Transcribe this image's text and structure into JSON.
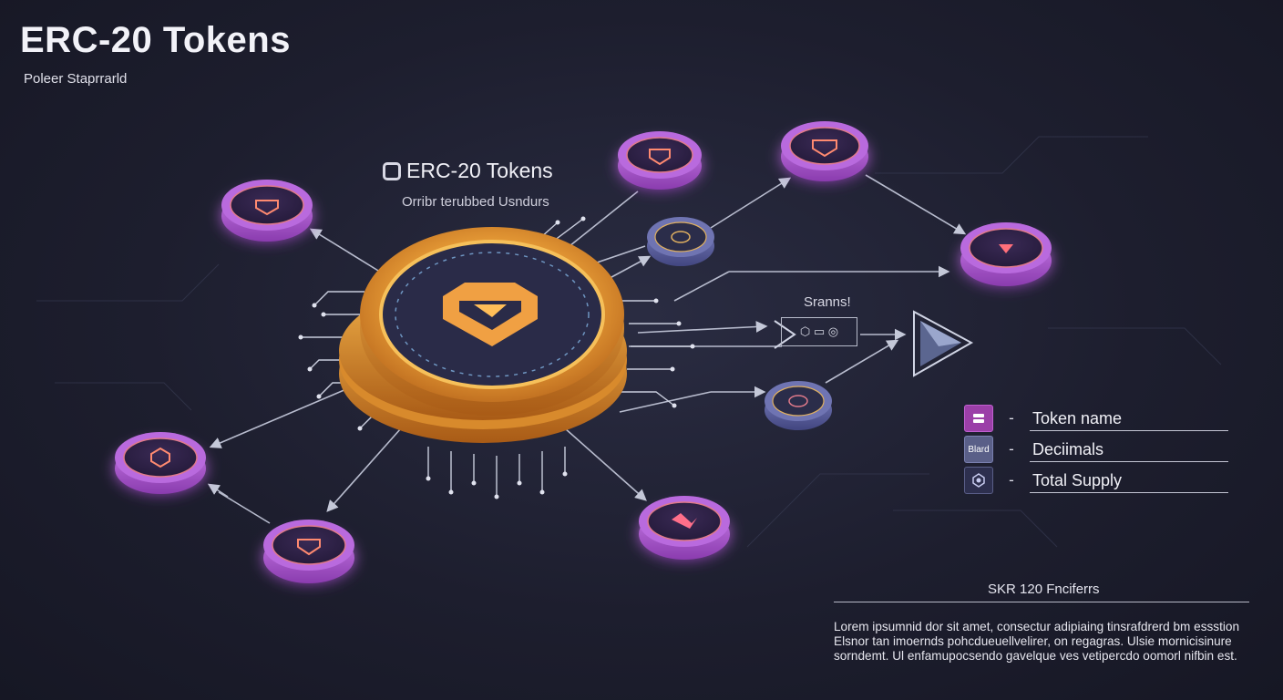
{
  "title": "ERC-20 Tokens",
  "subtitle": "Poleer Staprrarld",
  "center": {
    "title": "ERC-20 Tokens",
    "subtitle": "Orribr terubbed Usndurs"
  },
  "stream": {
    "label": "Sranns!",
    "glyphs": "⬡ ▭ ◎"
  },
  "legend": [
    {
      "label": "Token name",
      "swatch_text": "",
      "color": "#9b3fa8"
    },
    {
      "label": "Deciimals",
      "swatch_text": "Blard",
      "color": "#5a5f88"
    },
    {
      "label": "Total Supply",
      "swatch_text": "",
      "color": "#2d2f4e"
    }
  ],
  "footer": {
    "heading": "SKR 120 Fnciferrs",
    "body": "Lorem ipsumnid dor sit amet, consectur adipiaing tinsrafdrerd bm essstion\nElsnor tan imoernds pohcdueuellvelirer, on regagras. Ulsie mornicisinure\nsorndemt. Ul enfamupocsendo gavelque ves vetipercdo oomorl nifbin est."
  },
  "colors": {
    "background": "#1d1e2e",
    "coin_gold": "#e4a43c",
    "token_purple": "#b35fd8",
    "token_blue": "#5a609e",
    "connector": "#b8bcce",
    "accent_orange": "#ff8a3d"
  },
  "icons": {
    "main_coin": "shield-coin-icon",
    "token": "token-coin-icon",
    "output": "triangle-output-icon"
  }
}
